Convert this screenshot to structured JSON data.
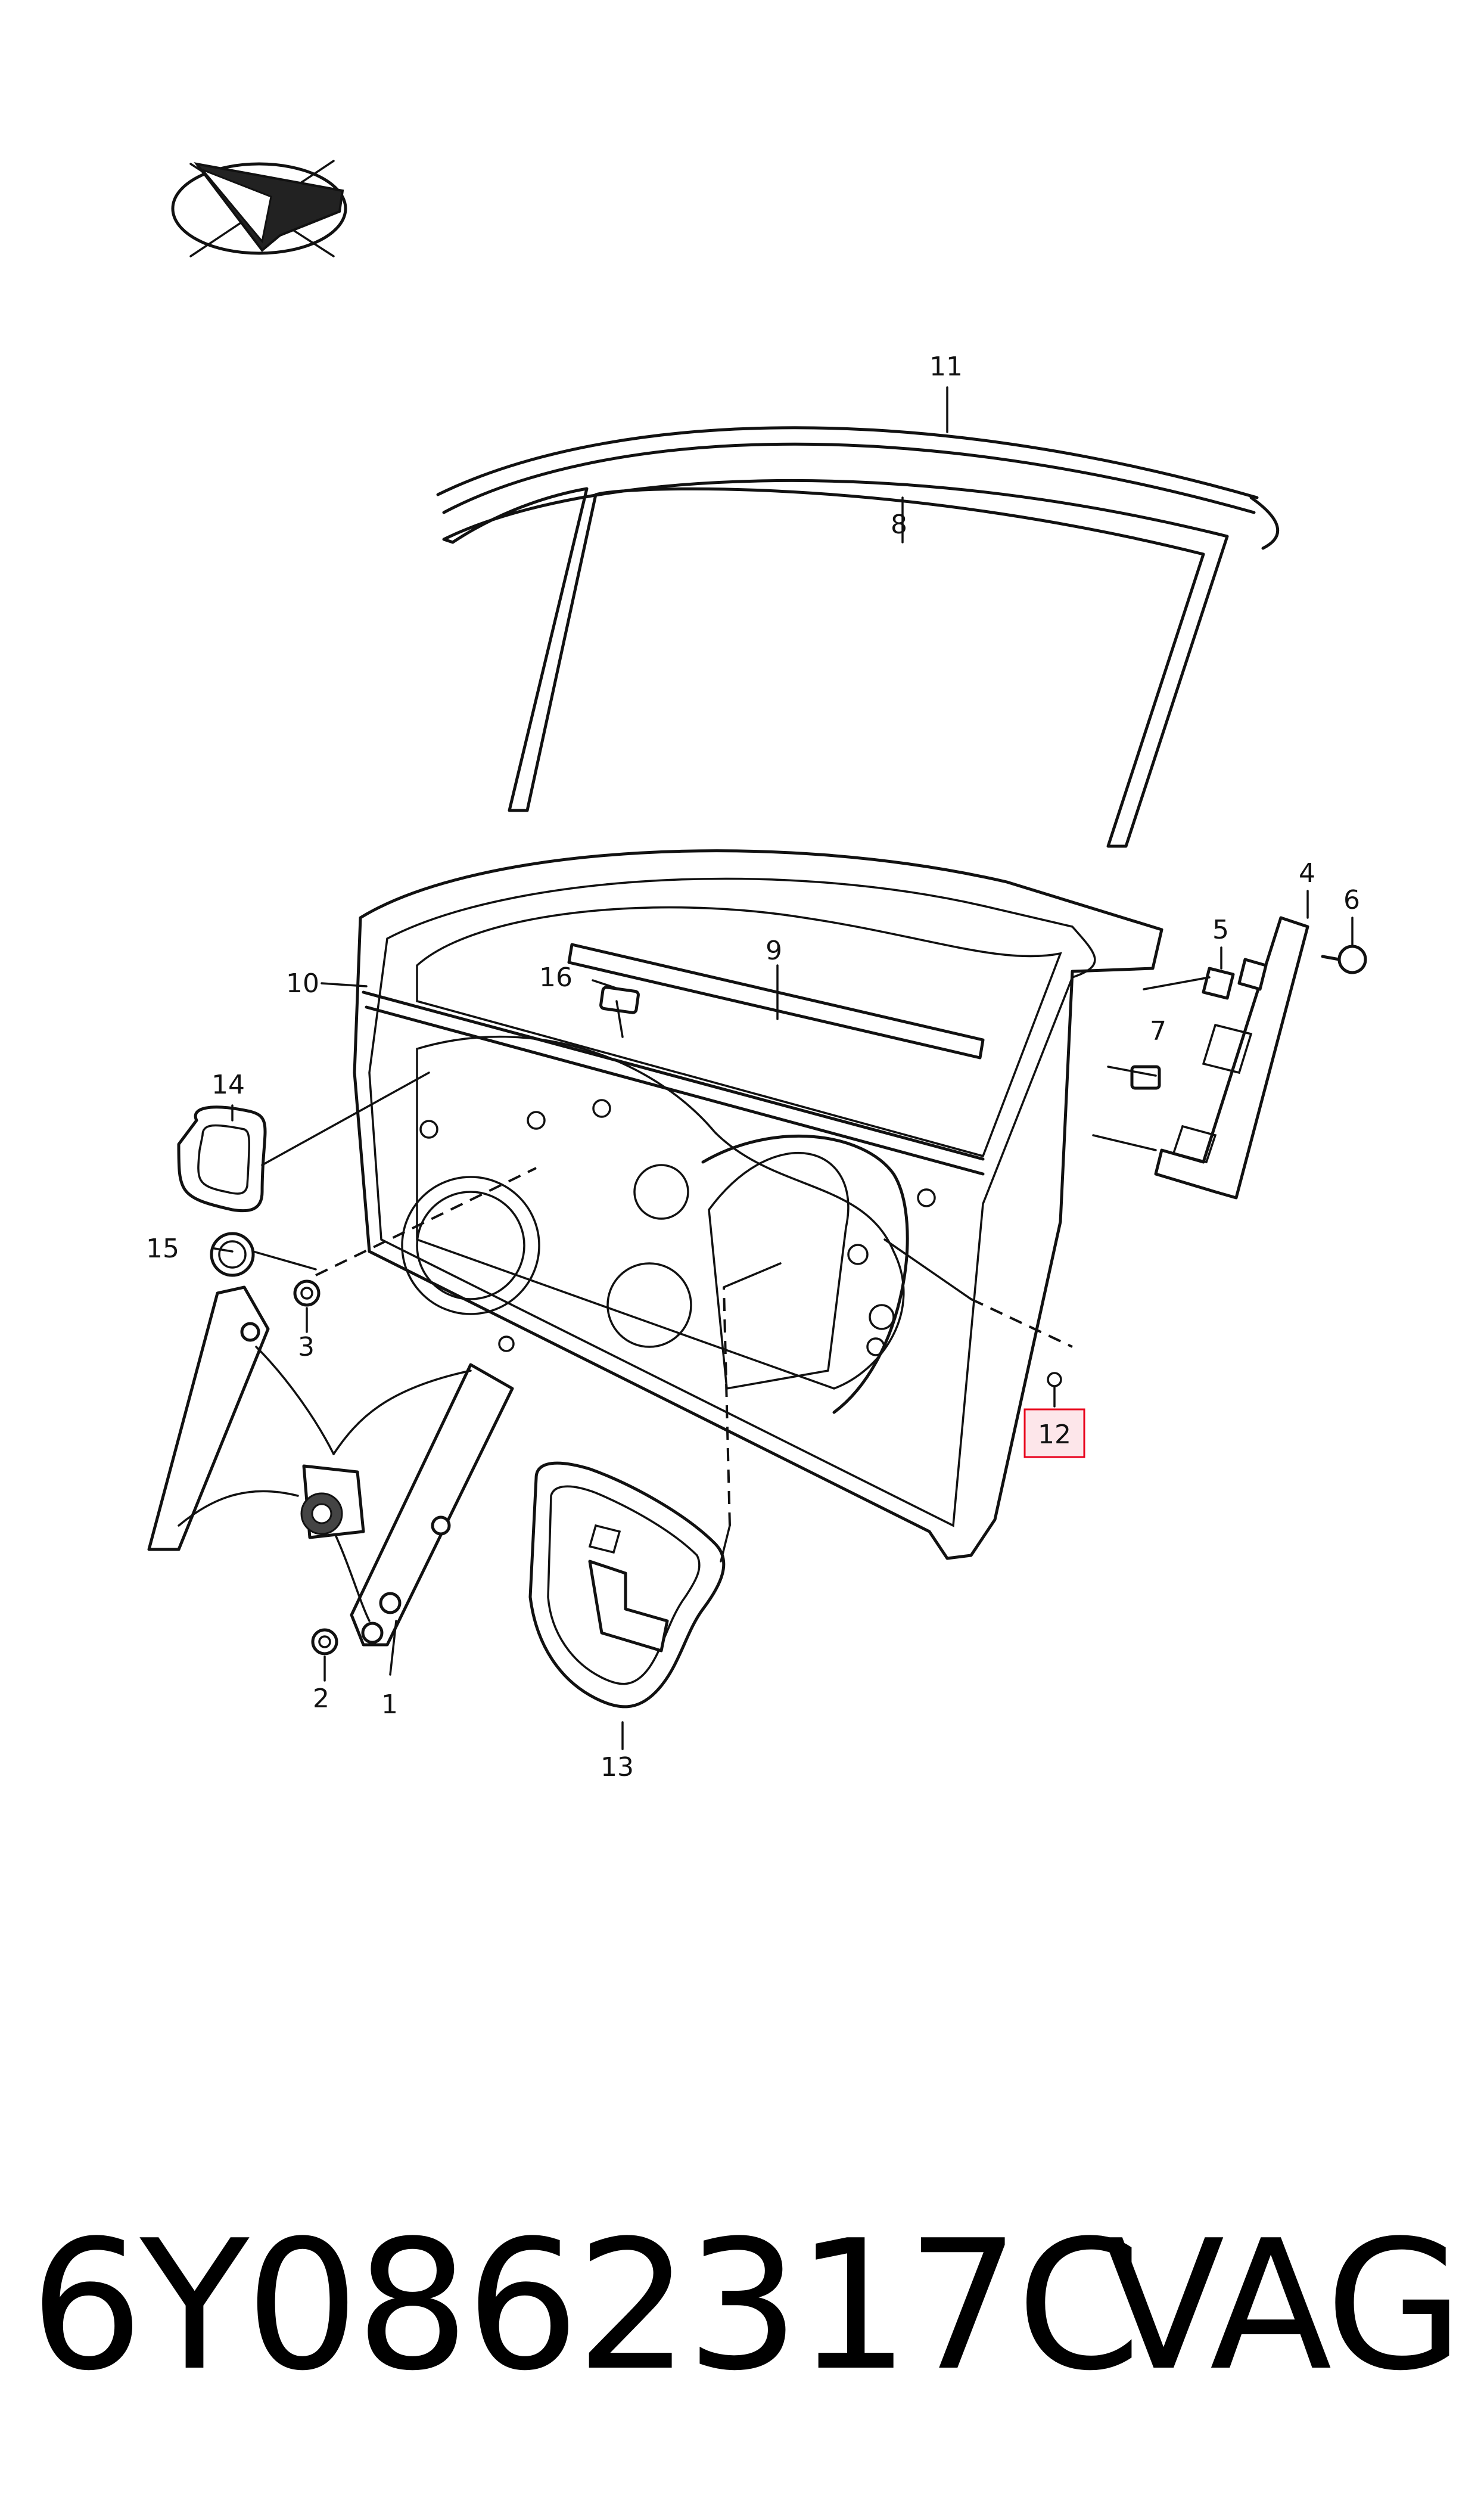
{
  "diagram": {
    "callouts": [
      {
        "id": "c1",
        "label": "1"
      },
      {
        "id": "c2",
        "label": "2"
      },
      {
        "id": "c3",
        "label": "3"
      },
      {
        "id": "c4",
        "label": "4"
      },
      {
        "id": "c5",
        "label": "5"
      },
      {
        "id": "c6",
        "label": "6"
      },
      {
        "id": "c7",
        "label": "7"
      },
      {
        "id": "c8",
        "label": "8"
      },
      {
        "id": "c9",
        "label": "9"
      },
      {
        "id": "c10",
        "label": "10"
      },
      {
        "id": "c11",
        "label": "11"
      },
      {
        "id": "c12",
        "label": "12",
        "highlighted": true
      },
      {
        "id": "c13",
        "label": "13"
      },
      {
        "id": "c14",
        "label": "14"
      },
      {
        "id": "c15",
        "label": "15"
      },
      {
        "id": "c16",
        "label": "16"
      }
    ],
    "highlight_color": "#e8001c",
    "highlight_fill": "#fde6ea",
    "icon": "orientation-arrow-icon"
  },
  "footer": {
    "part_number": "6Y0862317C",
    "brand": "VAG"
  }
}
